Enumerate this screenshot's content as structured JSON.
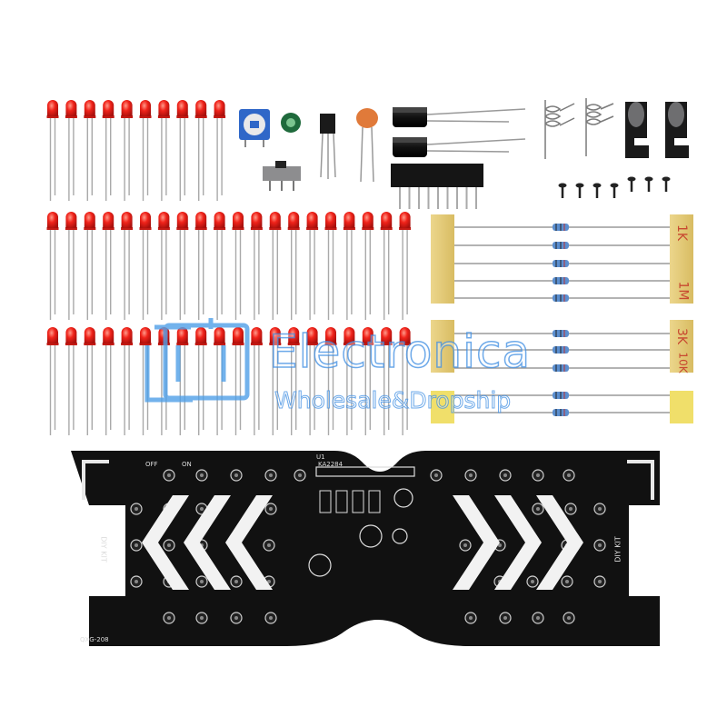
{
  "product": {
    "kit_type": "DIY LED flashing glasses soldering kit",
    "parts": {
      "red_leds": "red-led",
      "trimmer_pot": "blue-trimmer",
      "microphone": "green-mic",
      "transistor": "to92-transistor",
      "ceramic_capacitor": "orange-disc-capacitor",
      "electrolytic_capacitors": "black-electrolytic",
      "slide_switch": "slide-switch",
      "pin_header": "pin-header",
      "springs": "battery-springs",
      "battery_holders": "battery-clips",
      "screws": "black-screws",
      "resistors": "blue-resistors"
    },
    "tape_labels": [
      "1K",
      "1M",
      "3K",
      "10K"
    ],
    "pcb": {
      "color": "#111111",
      "silk_color": "#e8e8e8",
      "switch_labels": [
        "OFF",
        "ON"
      ],
      "chip_label": "U1",
      "chip_name": "KA2284",
      "left_side_text": "DIY KIT",
      "right_side_text": "DIY KIT",
      "corner_text": "QXG-208"
    }
  },
  "watermark": {
    "title": "Electronica",
    "subtitle": "Wholesale&Dropship",
    "color": "#4fa0e8"
  }
}
